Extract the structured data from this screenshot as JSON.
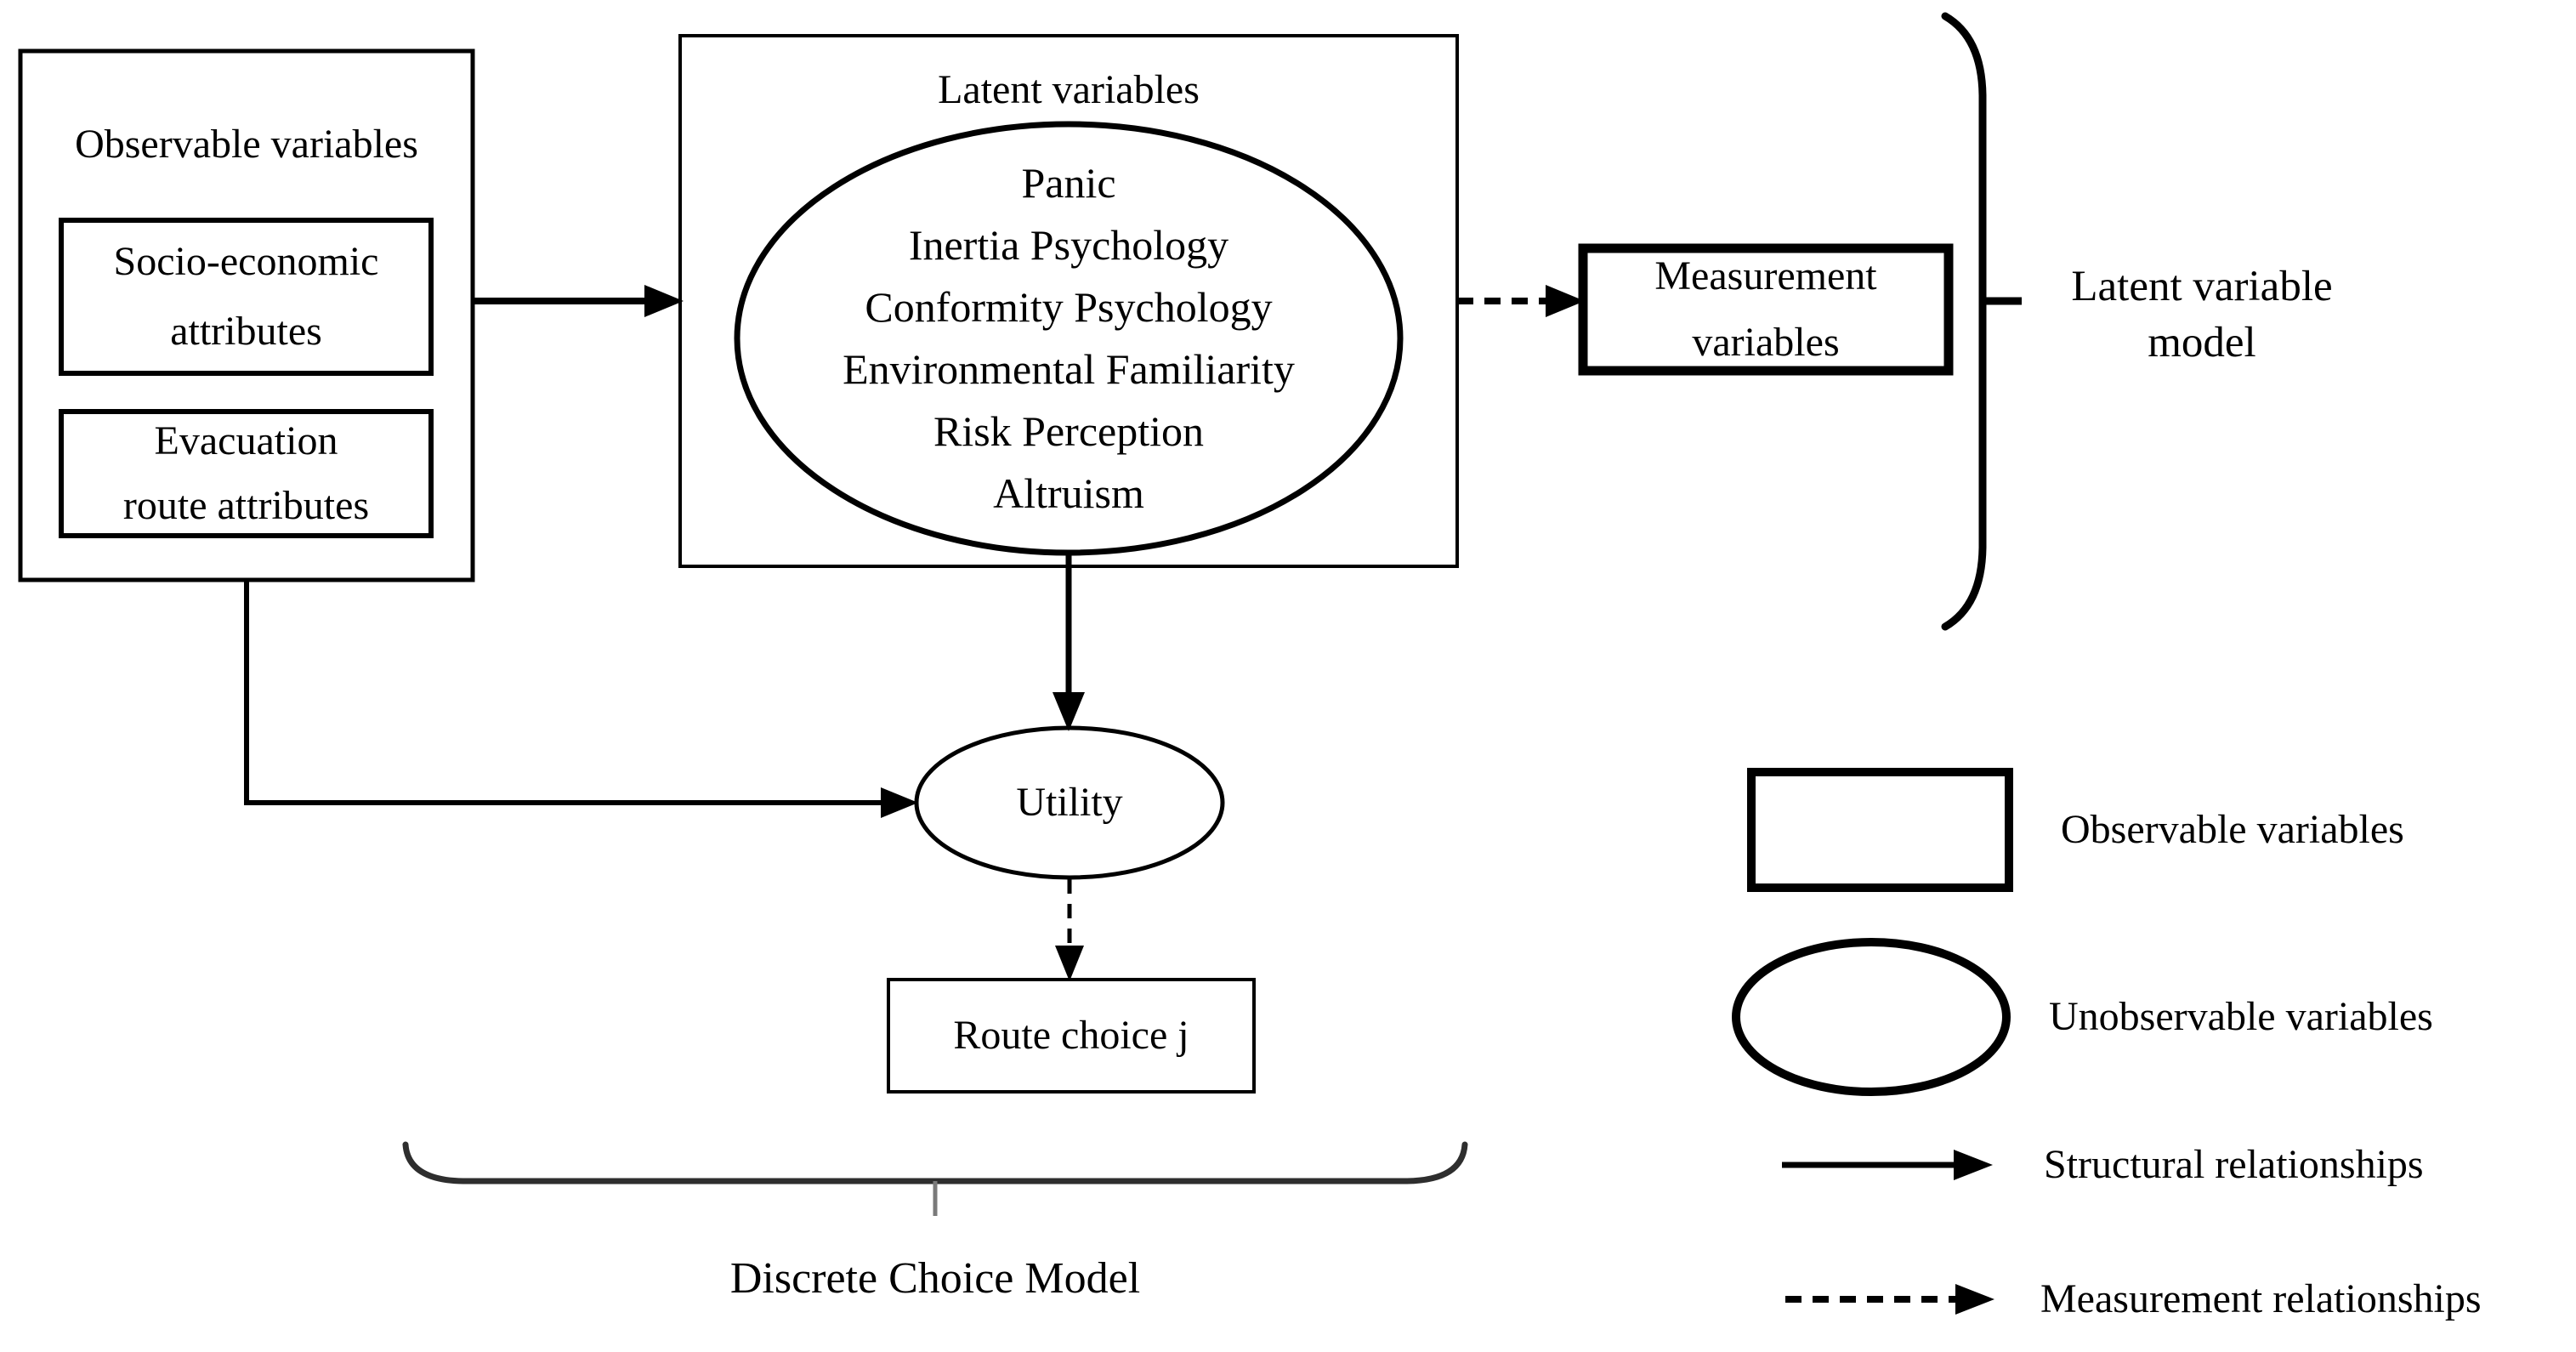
{
  "diagram": {
    "observable_box": {
      "title": "Observable variables",
      "socio_box": [
        "Socio-economic",
        "attributes"
      ],
      "evacuation_box": [
        "Evacuation",
        "route attributes"
      ]
    },
    "latent_box": {
      "title": "Latent variables",
      "items": [
        "Panic",
        "Inertia Psychology",
        "Conformity Psychology",
        "Environmental Familiarity",
        "Risk Perception",
        "Altruism"
      ]
    },
    "measurement_box": [
      "Measurement",
      "variables"
    ],
    "latent_model_brace_label": [
      "Latent variable",
      "model"
    ],
    "utility_ellipse": "Utility",
    "route_choice_box": "Route choice j",
    "discrete_choice_brace_label": "Discrete Choice Model"
  },
  "legend": {
    "rectangle_label": "Observable variables",
    "ellipse_label": "Unobservable variables",
    "solid_arrow_label": "Structural relationships",
    "dashed_arrow_label": "Measurement relationships"
  },
  "colors": {
    "ink": "#000000",
    "background": "#ffffff",
    "brace_gray": "#2e2e2e",
    "brace_tick_gray": "#7a7a7a"
  }
}
